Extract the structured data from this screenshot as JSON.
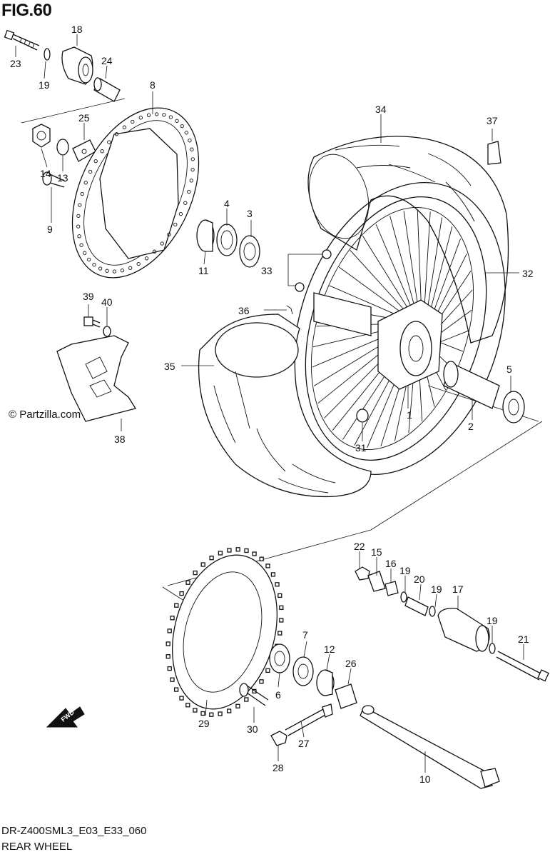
{
  "figure_label": "FIG.60",
  "watermark": "© Partzilla.com",
  "diagram_code": "DR-Z400SML3_E03_E33_060",
  "diagram_name": "REAR WHEEL",
  "fwd_label": "FWD",
  "callouts": [
    "1",
    "2",
    "3",
    "4",
    "5",
    "6",
    "7",
    "8",
    "9",
    "10",
    "11",
    "12",
    "13",
    "14",
    "15",
    "16",
    "17",
    "19",
    "19",
    "19",
    "18",
    "19",
    "20",
    "21",
    "22",
    "23",
    "24",
    "25",
    "26",
    "27",
    "28",
    "29",
    "30",
    "31",
    "32",
    "33",
    "34",
    "35",
    "36",
    "37",
    "38",
    "39",
    "40"
  ]
}
